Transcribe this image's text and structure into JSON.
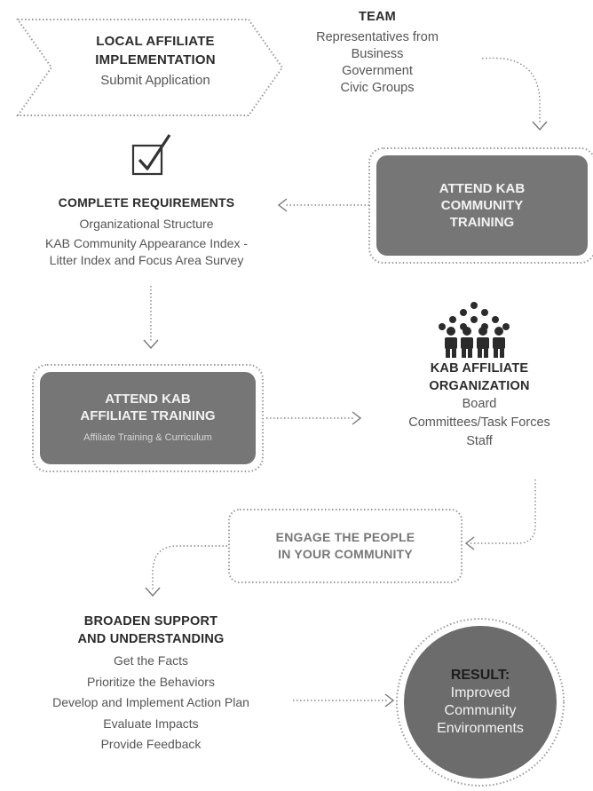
{
  "local_affiliate": {
    "title": "LOCAL AFFILIATE\nIMPLEMENTATION",
    "subtitle": "Submit Application"
  },
  "team": {
    "title": "TEAM",
    "lines": [
      "Representatives from",
      "Business",
      "Government",
      "Civic Groups"
    ]
  },
  "community_training": {
    "title": "ATTEND KAB\nCOMMUNITY\nTRAINING"
  },
  "complete_requirements": {
    "title": "COMPLETE REQUIREMENTS",
    "lines": [
      "Organizational Structure",
      "KAB Community Appearance Index -\nLitter Index and Focus Area Survey"
    ]
  },
  "affiliate_training": {
    "title": "ATTEND KAB\nAFFILIATE TRAINING",
    "subtitle": "Affiliate Training & Curriculum"
  },
  "affiliate_org": {
    "title": "KAB AFFILIATE\nORGANIZATION",
    "lines": [
      "Board",
      "Committees/Task Forces",
      "Staff"
    ]
  },
  "engage": {
    "title": "ENGAGE THE PEOPLE\nIN YOUR COMMUNITY"
  },
  "broaden": {
    "title": "BROADEN SUPPORT\nAND UNDERSTANDING",
    "lines": [
      "Get the Facts",
      "Prioritize the Behaviors",
      "Develop and Implement Action Plan",
      "Evaluate Impacts",
      "Provide Feedback"
    ]
  },
  "result": {
    "label": "RESULT:",
    "lines": [
      "Improved",
      "Community",
      "Environments"
    ]
  },
  "icons": {
    "checkbox": "checkbox-icon",
    "people": "people-group-icon"
  }
}
